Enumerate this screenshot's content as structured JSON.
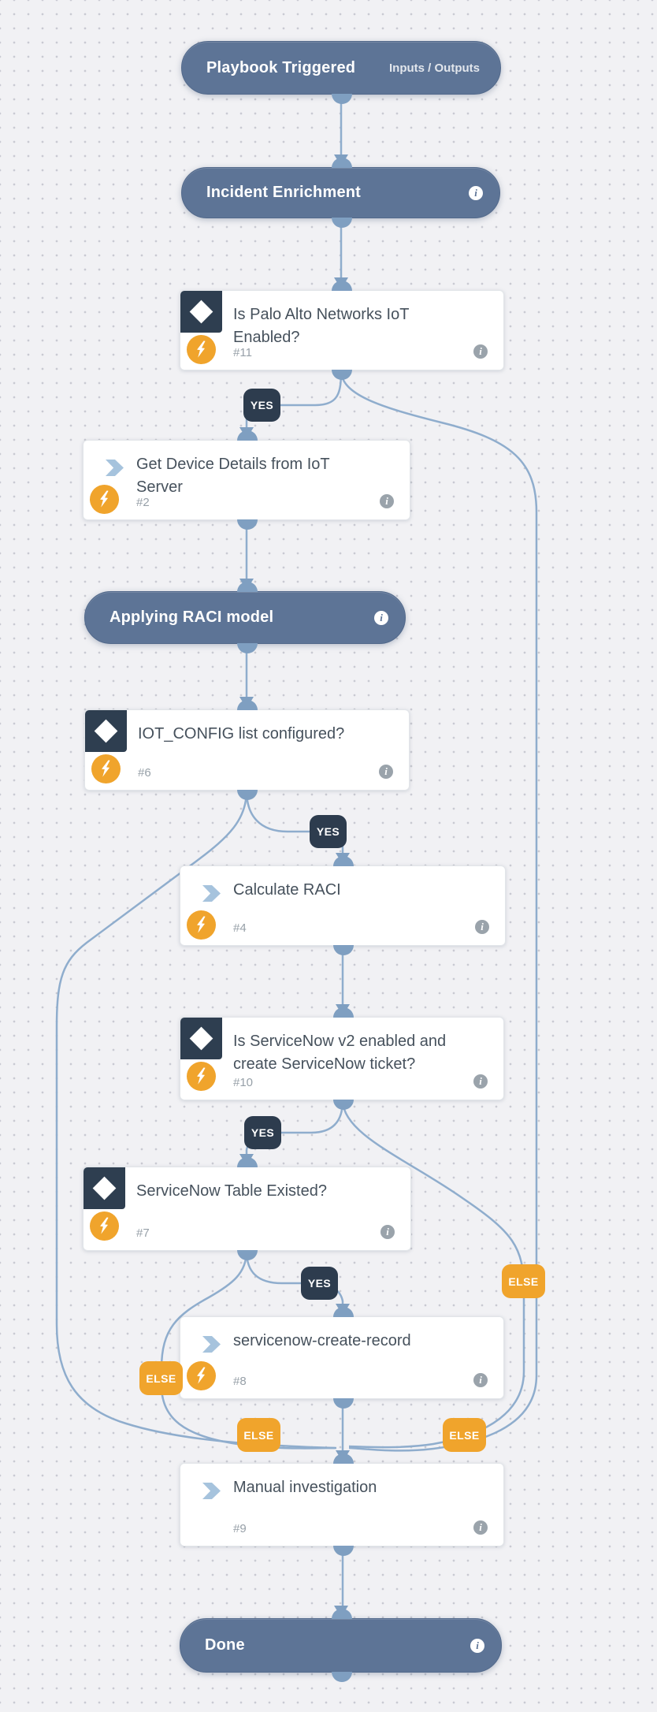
{
  "labels": {
    "yes": "YES",
    "else": "ELSE",
    "info_glyph": "i"
  },
  "colors": {
    "header_node": "#5d7496",
    "condition_icon_bg": "#2e3e50",
    "accent_orange": "#f0a42c",
    "connector": "#8fadcd",
    "card_bg": "#ffffff",
    "title_text": "#46515c",
    "muted_text": "#97a0a8",
    "canvas_bg": "#f1f1f4"
  },
  "nodes": {
    "playbook_triggered": {
      "title": "Playbook Triggered",
      "right_label": "Inputs / Outputs"
    },
    "incident_enrichment": {
      "title": "Incident Enrichment"
    },
    "cond_iot_enabled": {
      "title": "Is Palo Alto Networks IoT Enabled?",
      "id": "#11"
    },
    "task_get_device_details": {
      "title": "Get Device Details from IoT Server",
      "id": "#2"
    },
    "raci_header": {
      "title": "Applying RACI model"
    },
    "cond_iot_config": {
      "title": "IOT_CONFIG list configured?",
      "id": "#6"
    },
    "task_calculate_raci": {
      "title": "Calculate RACI",
      "id": "#4"
    },
    "cond_servicenow_v2": {
      "title": "Is ServiceNow v2 enabled and create ServiceNow ticket?",
      "id": "#10"
    },
    "cond_servicenow_table": {
      "title": "ServiceNow Table Existed?",
      "id": "#7"
    },
    "task_servicenow_create": {
      "title": "servicenow-create-record",
      "id": "#8"
    },
    "task_manual_investigation": {
      "title": "Manual investigation",
      "id": "#9"
    },
    "done": {
      "title": "Done"
    }
  }
}
